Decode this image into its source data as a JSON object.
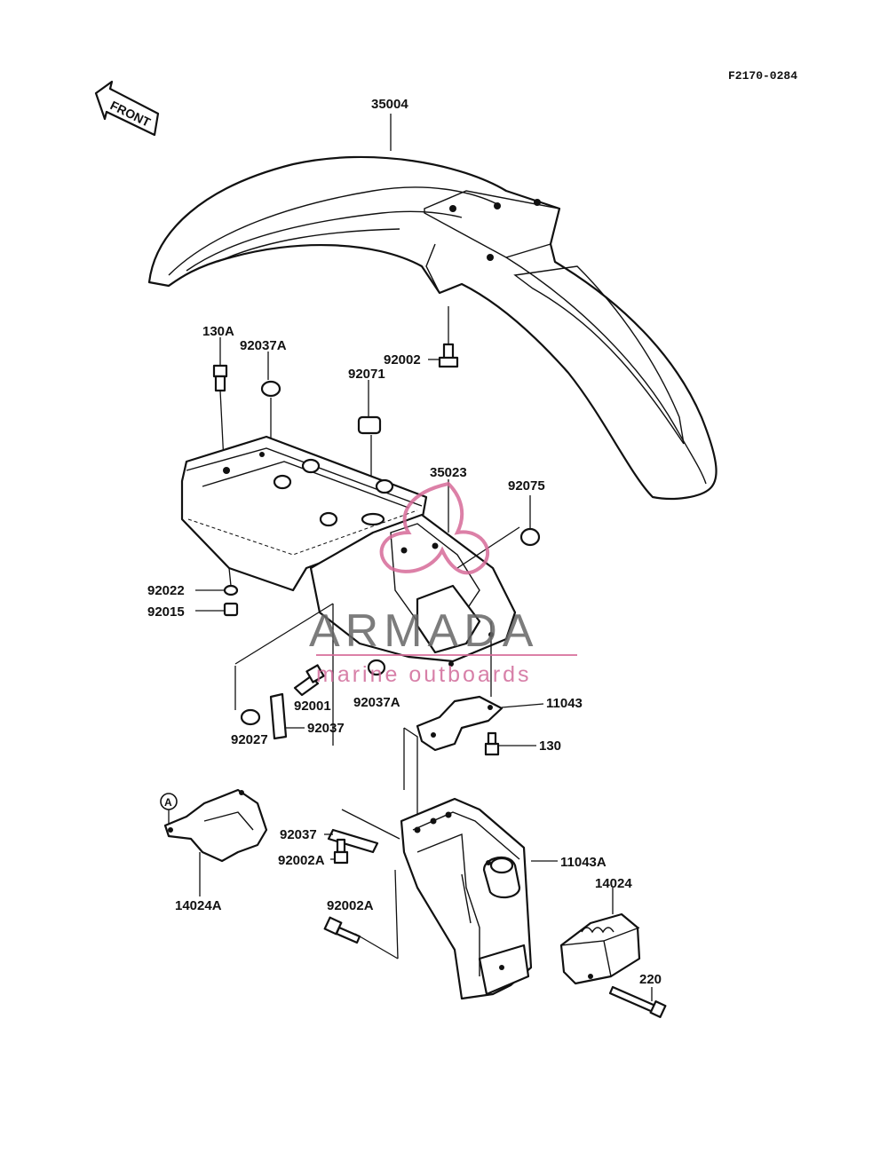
{
  "reference_code": "F2170-0284",
  "front_arrow_label": "FRONT",
  "marker_a": "A",
  "watermark": {
    "brand": "ARMADA",
    "tagline": "marine outboards"
  },
  "parts": {
    "p35004": "35004",
    "p130A": "130A",
    "p92037A_top": "92037A",
    "p92071": "92071",
    "p92002": "92002",
    "p35023": "35023",
    "p92075": "92075",
    "p92022": "92022",
    "p92015": "92015",
    "p92001": "92001",
    "p92037A_mid": "92037A",
    "p11043": "11043",
    "p92027": "92027",
    "p92037_a": "92037",
    "p130": "130",
    "p92037_b": "92037",
    "p92002A_a": "92002A",
    "p11043A": "11043A",
    "p14024": "14024",
    "p14024A": "14024A",
    "p92002A_b": "92002A",
    "p220": "220"
  }
}
